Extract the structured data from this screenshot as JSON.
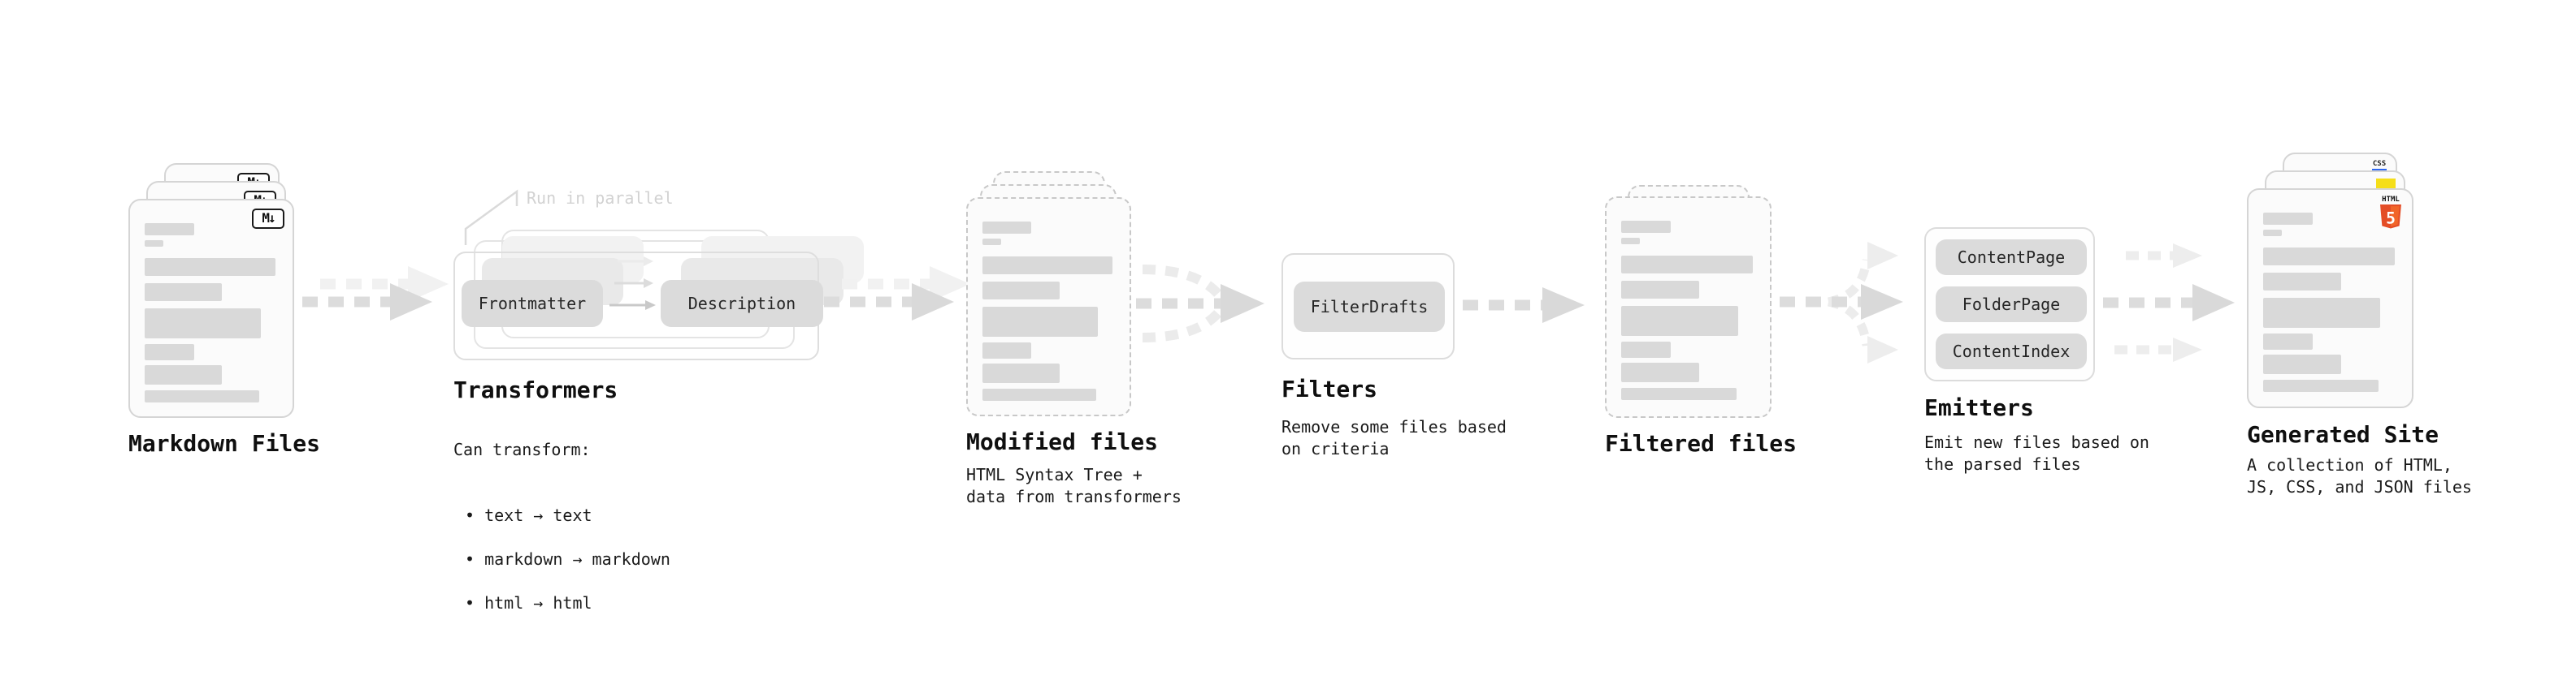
{
  "markdown_files": {
    "title": "Markdown Files",
    "badge": "M↓"
  },
  "transformers": {
    "title": "Transformers",
    "annotation": "Run in parallel",
    "steps": [
      "Frontmatter",
      "Description"
    ],
    "caption_heading": "Can transform:",
    "bullets": [
      "text → text",
      "markdown → markdown",
      "html → html"
    ]
  },
  "modified_files": {
    "title": "Modified files",
    "caption": "HTML Syntax Tree +\ndata from transformers"
  },
  "filters": {
    "title": "Filters",
    "box": "FilterDrafts",
    "caption": "Remove some files based\non criteria"
  },
  "filtered_files": {
    "title": "Filtered files"
  },
  "emitters": {
    "title": "Emitters",
    "boxes": [
      "ContentPage",
      "FolderPage",
      "ContentIndex"
    ],
    "caption": "Emit new files based on\nthe parsed files"
  },
  "generated_site": {
    "title": "Generated Site",
    "caption": "A collection of HTML,\nJS, CSS, and JSON files",
    "css_badge_label": "CSS",
    "html_badge_label": "HTML",
    "html5_digit": "5"
  },
  "colors": {
    "html5_orange": "#e44d26",
    "html5_orange_light": "#f16529",
    "js_yellow": "#f5de19",
    "css_blue": "#2d67f0",
    "arrow_gray": "#dcdcdc",
    "box_gray": "#dbdbdb"
  },
  "skeleton_bars": [
    [
      37,
      15,
      6
    ],
    [
      14,
      8,
      14
    ],
    [
      98,
      22,
      9
    ],
    [
      58,
      22,
      9
    ],
    [
      87,
      37,
      7
    ],
    [
      37,
      20,
      6
    ],
    [
      58,
      24,
      7
    ],
    [
      86,
      15,
      0
    ]
  ]
}
